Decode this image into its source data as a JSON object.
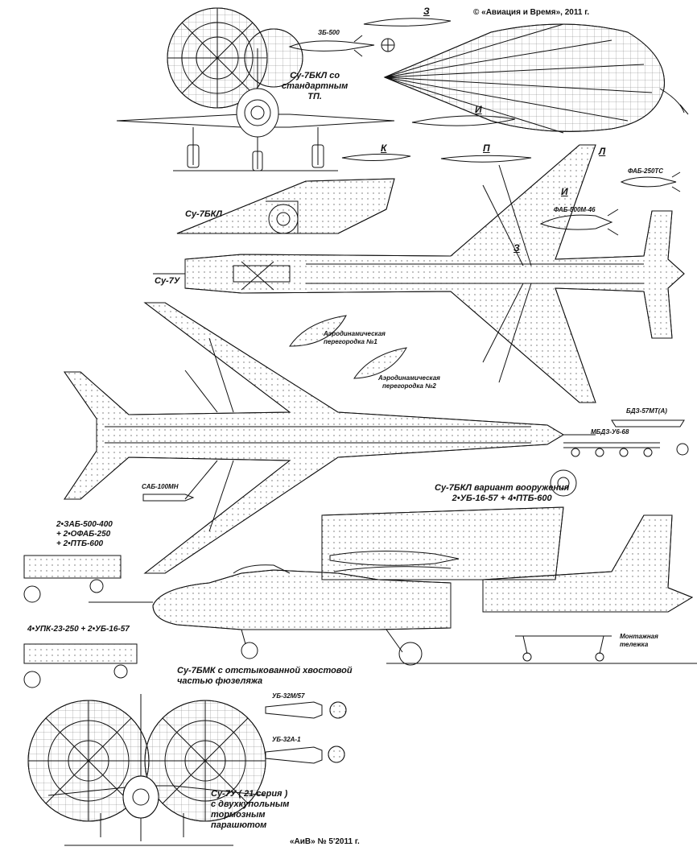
{
  "copyright": "© «Авиация и Время», 2011 г.",
  "footer": "«АиВ» № 5'2011 г.",
  "section_marks": {
    "z_top": "З",
    "i_top": "И",
    "k": "К",
    "p": "П",
    "l": "Л",
    "i_wing": "И",
    "z_wing": "З"
  },
  "labels": {
    "eb500": "ЗБ-500",
    "su7bkl_std": "Су-7БКЛ со\nстандартным\nТП.",
    "su7bkl": "Су-7БКЛ",
    "su7u": "Су-7У",
    "fab250ts": "ФАБ-250ТС",
    "fab500m46": "ФАБ-500М-46",
    "aero1": "Аэродинамическая\nперегородка №1",
    "aero2": "Аэродинамическая\nперегородка №2",
    "bdz57": "БДЗ-57МТ(А)",
    "mbdz": "МБДЗ-У6-68",
    "sab100": "САБ-100МН",
    "variant": "Су-7БКЛ вариант вооружения\n2•УБ-16-57 + 4•ПТБ-600",
    "load1": "2•ЗАБ-500-400\n+ 2•ОФАБ-250\n+ 2•ПТБ-600",
    "load2": "4•УПК-23-250 + 2•УБ-16-57",
    "cart": "Монтажная\nтележка",
    "su7bmk": "Су-7БМК с отстыкованной хвостовой\nчастью фюзеляжа",
    "ub32m": "УБ-32М/57",
    "ub32a": "УБ-32А-1",
    "su7u21": "Су-7У ( 21 серия )\nс двухкупольным\nтормозным\nпарашютом"
  },
  "colors": {
    "ink": "#111111",
    "paper": "#ffffff",
    "hatch": "#555555"
  }
}
